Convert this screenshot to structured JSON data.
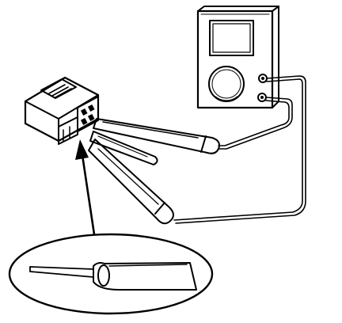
{
  "diagram": {
    "style": "monochrome line drawing",
    "ink_color": "#000000",
    "background_color": "#ffffff",
    "components": [
      "digital-multimeter",
      "electrical-connector",
      "test-probes",
      "test-leads",
      "magnified-probe-detail",
      "pointer-arrow"
    ]
  }
}
